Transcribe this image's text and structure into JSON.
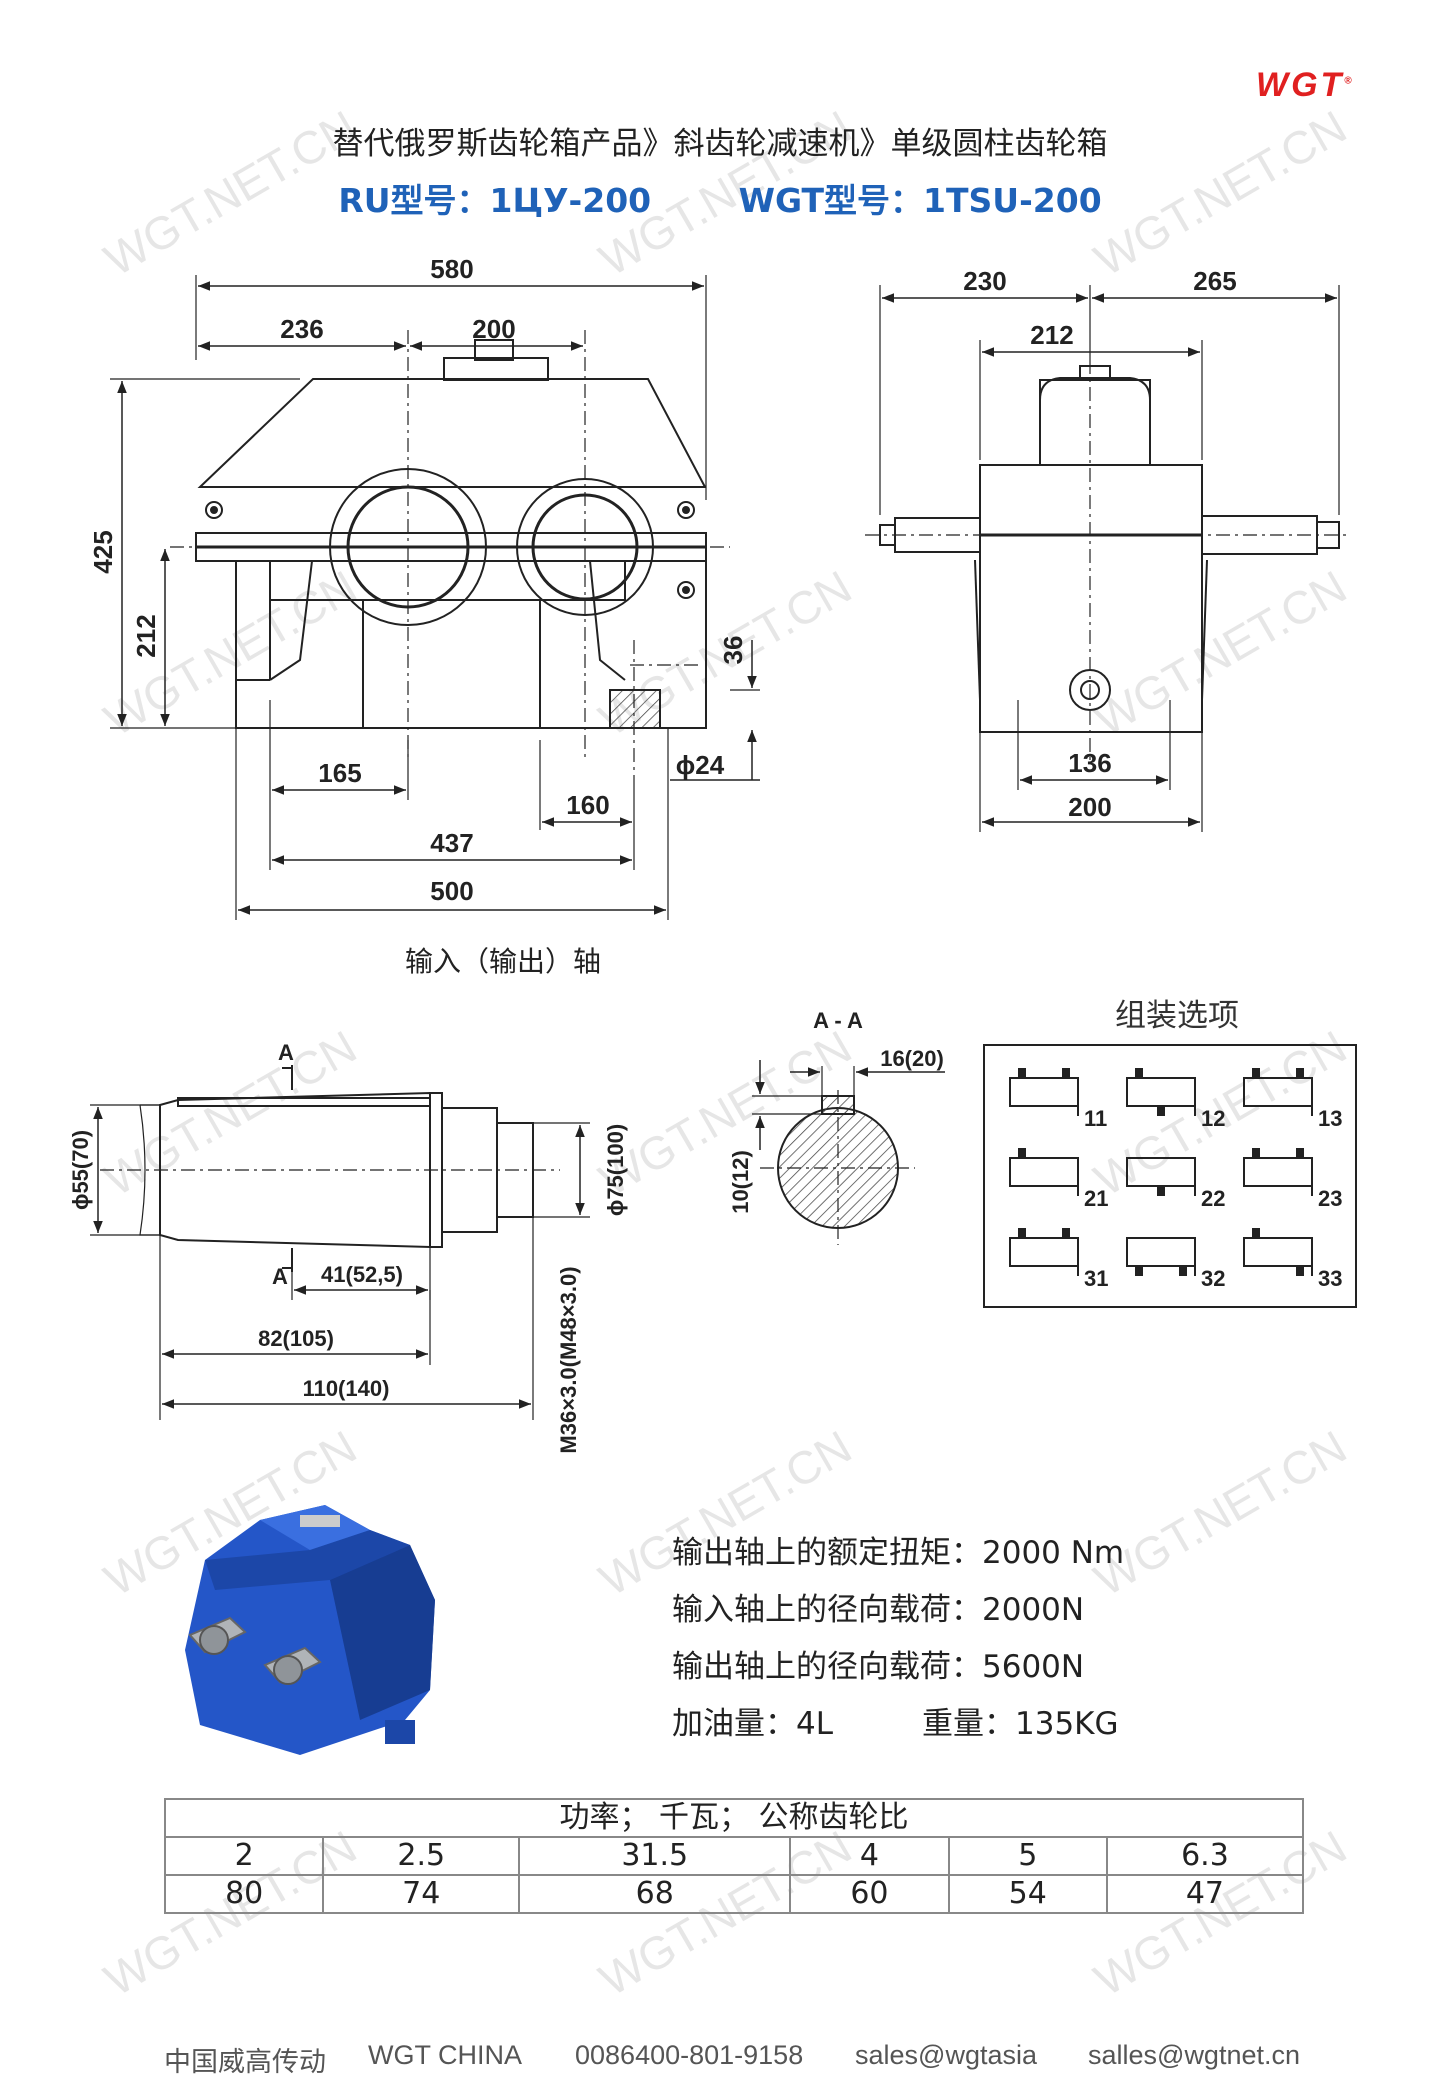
{
  "header": {
    "logo": "WGT",
    "logo_mark": "®",
    "title": "替代俄罗斯齿轮箱产品》斜齿轮减速机》单级圆柱齿轮箱",
    "ru_model": "RU型号：1ЦУ-200",
    "wgt_model": "WGT型号：1TSU-200"
  },
  "watermark_text": "WGT.NET.CN",
  "front_view": {
    "dims": {
      "total_width": "580",
      "left_offset": "236",
      "center_distance": "200",
      "height": "425",
      "shaft_height": "212",
      "foot_thickness": "36",
      "bolt_hole": "ϕ24",
      "foot_a": "165",
      "foot_b": "160",
      "foot_span": "437",
      "base_length": "500"
    }
  },
  "side_view": {
    "dims": {
      "left": "230",
      "right": "265",
      "body": "212",
      "bolt_span": "136",
      "base_width": "200"
    }
  },
  "shaft_detail": {
    "caption": "输入（输出）轴",
    "section_label": "A",
    "dia": "ϕ55(70)",
    "dia_thread": "ϕ75(100)",
    "key_len": "41(52,5)",
    "cone_len": "82(105)",
    "total_len": "110(140)",
    "thread": "M36×3.0(M48×3.0)"
  },
  "section_aa": {
    "title": "A - A",
    "key_width": "16(20)",
    "key_depth": "10(12)"
  },
  "assembly": {
    "title": "组装选项",
    "options": [
      "11",
      "12",
      "13",
      "21",
      "22",
      "23",
      "31",
      "32",
      "33"
    ]
  },
  "specs": {
    "output_torque": {
      "label": "输出轴上的额定扭矩：",
      "value": "2000 Nm"
    },
    "input_radial": {
      "label": "输入轴上的径向载荷：",
      "value": "2000N"
    },
    "output_radial": {
      "label": "输出轴上的径向载荷：",
      "value": "5600N"
    },
    "oil": {
      "label": "加油量：",
      "value": "4L"
    },
    "weight": {
      "label": "重量：",
      "value": "135KG"
    }
  },
  "table": {
    "header": "功率； 千瓦； 公称齿轮比",
    "ratios": [
      "2",
      "2.5",
      "31.5",
      "4",
      "5",
      "6.3"
    ],
    "powers": [
      "80",
      "74",
      "68",
      "60",
      "54",
      "47"
    ]
  },
  "footer": {
    "company_cn": "中国威高传动",
    "company_en": "WGT CHINA",
    "phone": "0086400-801-9158",
    "email1": "sales@wgtasia",
    "email2": "salles@wgtnet.cn"
  },
  "colors": {
    "logo": "#e02020",
    "accent": "#1f62b8",
    "product": "#2456c8"
  }
}
